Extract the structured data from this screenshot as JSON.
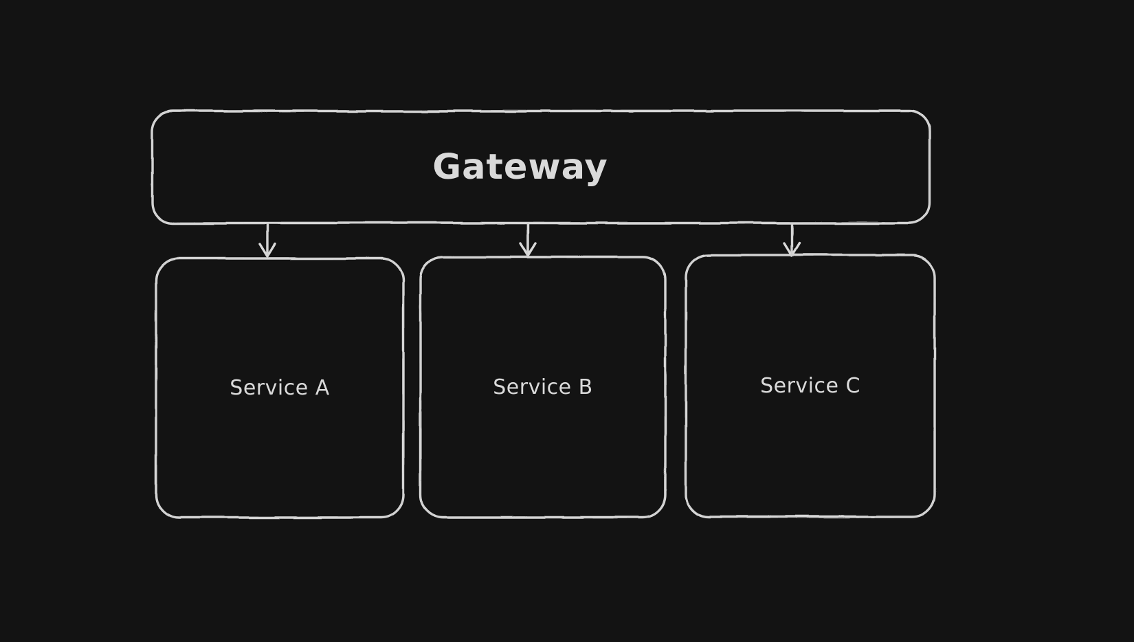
{
  "canvas": {
    "background_color": "#131313"
  },
  "style": {
    "stroke_color": "#d9d9d9",
    "text_color": "#dadada"
  },
  "nodes": [
    {
      "id": "gateway",
      "label": "Gateway"
    },
    {
      "id": "service-a",
      "label": "Service A"
    },
    {
      "id": "service-b",
      "label": "Service B"
    },
    {
      "id": "service-c",
      "label": "Service C"
    }
  ],
  "edges": [
    {
      "from": "gateway",
      "to": "service-a",
      "type": "arrow"
    },
    {
      "from": "gateway",
      "to": "service-b",
      "type": "arrow"
    },
    {
      "from": "gateway",
      "to": "service-c",
      "type": "arrow"
    }
  ]
}
